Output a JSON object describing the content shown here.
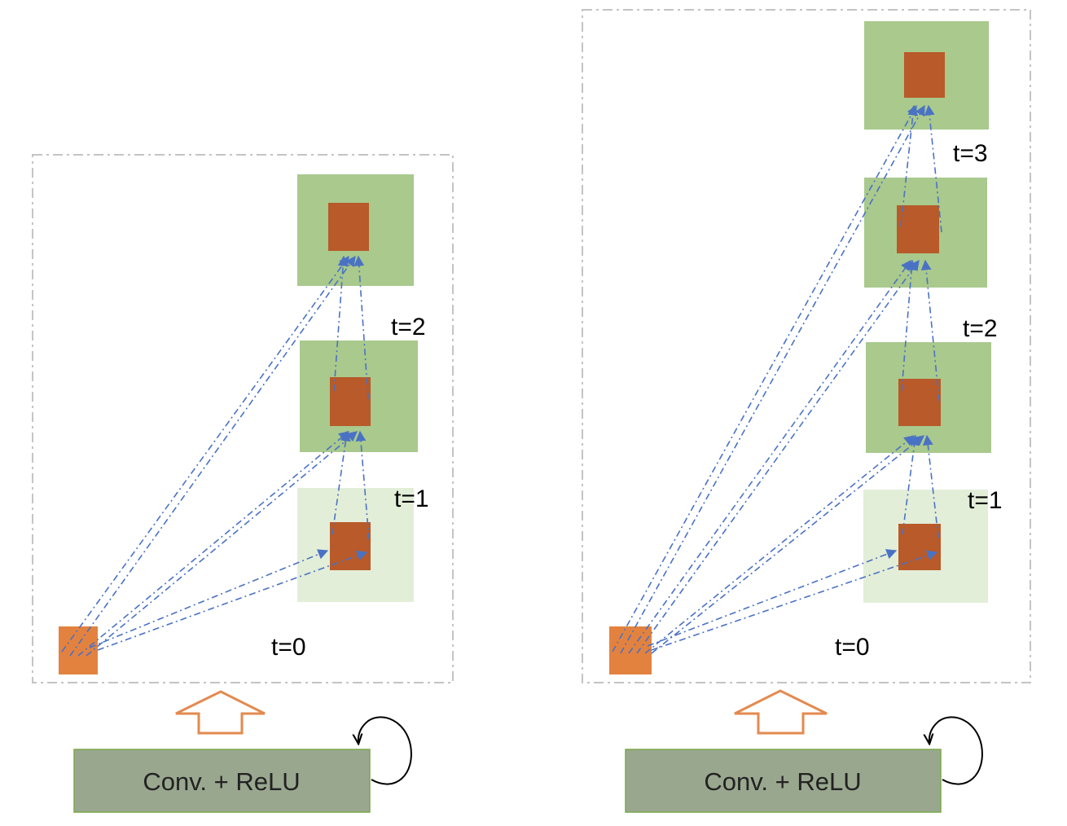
{
  "colors": {
    "green_dark": "#a9c98d",
    "green_light": "#e3eed8",
    "brown": "#b85a29",
    "orange": "#e3823f",
    "arrow_blue": "#4a72c4",
    "conv_fill": "#9aa78f",
    "conv_stroke": "#7ba94a",
    "dash": "#c4c4c4",
    "up_arrow": "#e38a4f"
  },
  "left": {
    "labels": {
      "t0": "t=0",
      "t1": "t=1",
      "t2": "t=2"
    },
    "conv_label": "Conv. + ReLU"
  },
  "right": {
    "labels": {
      "t0": "t=0",
      "t1": "t=1",
      "t2": "t=2",
      "t3": "t=3"
    },
    "conv_label": "Conv. + ReLU"
  }
}
